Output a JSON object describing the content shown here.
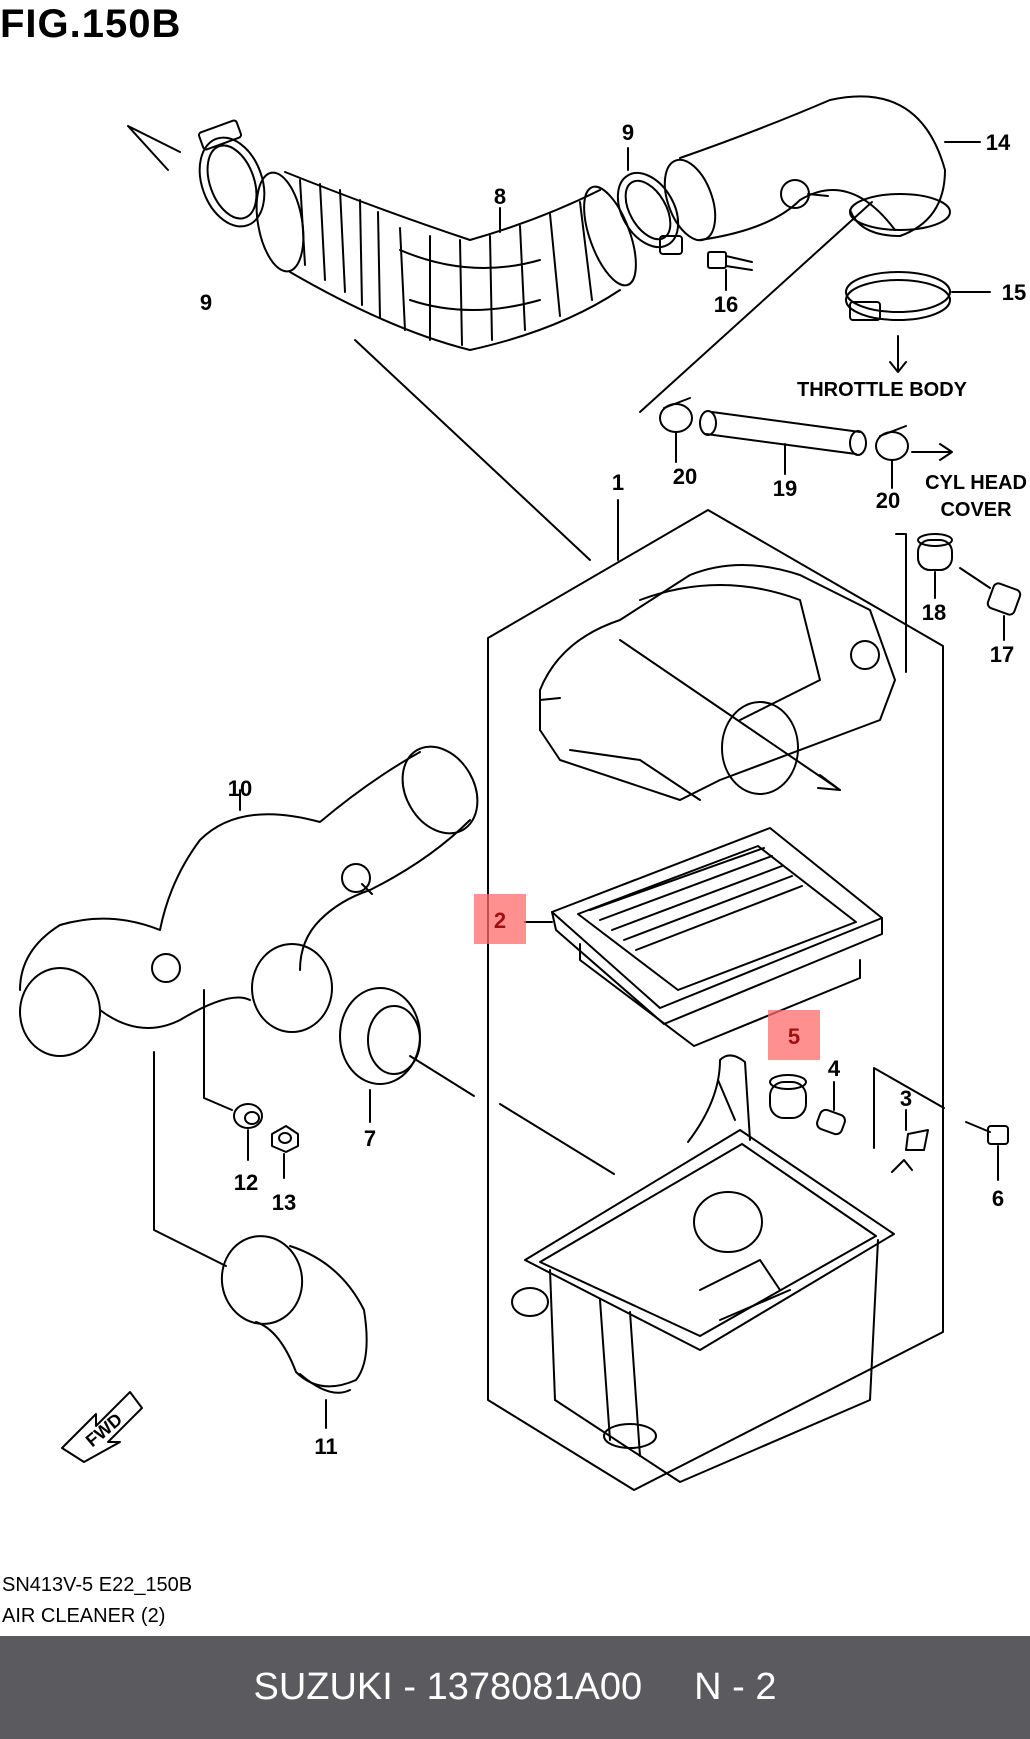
{
  "figure": {
    "title": "FIG.150B"
  },
  "callouts": [
    "1",
    "2",
    "3",
    "4",
    "5",
    "6",
    "7",
    "8",
    "9",
    "9",
    "10",
    "11",
    "12",
    "13",
    "14",
    "15",
    "16",
    "17",
    "18",
    "19",
    "20",
    "20"
  ],
  "highlighted_callouts": [
    "2",
    "5"
  ],
  "annotations": {
    "throttle_body": "THROTTLE BODY",
    "cyl_head_line1": "CYL HEAD",
    "cyl_head_line2": "COVER",
    "fwd": "FWD"
  },
  "captions": {
    "code": "SN413V-5 E22_150B",
    "name": "AIR CLEANER (2)"
  },
  "footer": {
    "brand_part": "SUZUKI - 1378081A00",
    "quantity": "N - 2"
  },
  "colors": {
    "highlight": "#ff6b6b",
    "footer_bg": "#5b5b5f",
    "footer_text": "#ffffff"
  }
}
